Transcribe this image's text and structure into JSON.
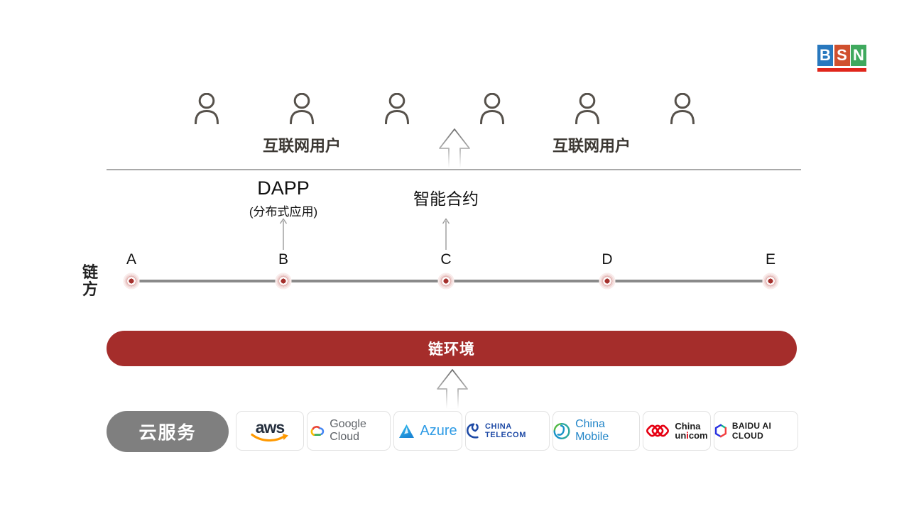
{
  "logo": {
    "letters": [
      "B",
      "S",
      "N"
    ]
  },
  "users_row": {
    "labels": [
      "互联网用户",
      "互联网用户"
    ]
  },
  "app_layer": {
    "dapp_title": "DAPP",
    "dapp_subtitle": "(分布式应用)",
    "smart_contract": "智能合约"
  },
  "chain_row": {
    "side_label": "链方",
    "nodes": [
      "A",
      "B",
      "C",
      "D",
      "E"
    ]
  },
  "chain_env": {
    "label": "链环境"
  },
  "cloud_row": {
    "pill_label": "云服务",
    "providers": {
      "aws": {
        "text": "aws"
      },
      "google": {
        "text": "Google Cloud"
      },
      "azure": {
        "text": "Azure"
      },
      "telecom": {
        "text": "CHINA TELECOM"
      },
      "mobile": {
        "text": "China Mobile"
      },
      "unicom": {
        "line1": "China",
        "line2a": "un",
        "line2b": "i",
        "line2c": "com"
      },
      "baidu": {
        "text": "BAIDU AI CLOUD"
      }
    }
  },
  "colors": {
    "chain_bar": "#A52D2B",
    "cloud_pill": "#7F7F7F",
    "logo_b": "#2878BE",
    "logo_s": "#D0502E",
    "logo_n": "#3FA95E",
    "logo_underline": "#E0261B",
    "unicom_red": "#E60012",
    "aws_orange": "#FF9900",
    "marker_red": "#A4302C"
  }
}
